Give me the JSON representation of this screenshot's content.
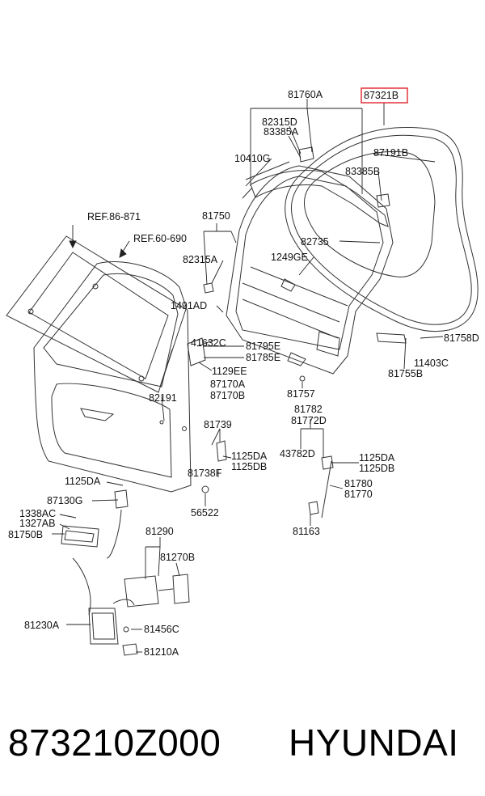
{
  "diagram": {
    "highlighted_part": "87321B",
    "labels": {
      "l81760A": "81760A",
      "l87321B": "87321B",
      "l82315D": "82315D",
      "l83385A": "83385A",
      "l87191B": "87191B",
      "l10410G": "10410G",
      "l83385B": "83385B",
      "lref86": "REF.86-871",
      "l81750": "81750",
      "lref60": "REF.60-690",
      "l82735": "82735",
      "l82315A": "82315A",
      "l1249GE": "1249GE",
      "l1491AD": "1491AD",
      "l41632C": "41632C",
      "l81795E": "81795E",
      "l81785E": "81785E",
      "l81758D": "81758D",
      "l11403C": "11403C",
      "l81755B": "81755B",
      "l1129EE": "1129EE",
      "l87170A": "87170A",
      "l87170B": "87170B",
      "l81757": "81757",
      "l82191": "82191",
      "l81782": "81782",
      "l81772D": "81772D",
      "l81739": "81739",
      "l43782D": "43782D",
      "l1125DA_a": "1125DA",
      "l1125DB_a": "1125DB",
      "l1125DA_b": "1125DA",
      "l1125DB_b": "1125DB",
      "l81738F": "81738F",
      "l1125DA_c": "1125DA",
      "l81780": "81780",
      "l81770": "81770",
      "l87130G": "87130G",
      "l56522": "56522",
      "l1338AC": "1338AC",
      "l1327AB": "1327AB",
      "l81750B": "81750B",
      "l81163": "81163",
      "l81290": "81290",
      "l81270B": "81270B",
      "l81230A": "81230A",
      "l81456C": "81456C",
      "l81210A": "81210A"
    }
  },
  "caption": {
    "part_number": "873210Z000",
    "brand": "HYUNDAI"
  }
}
